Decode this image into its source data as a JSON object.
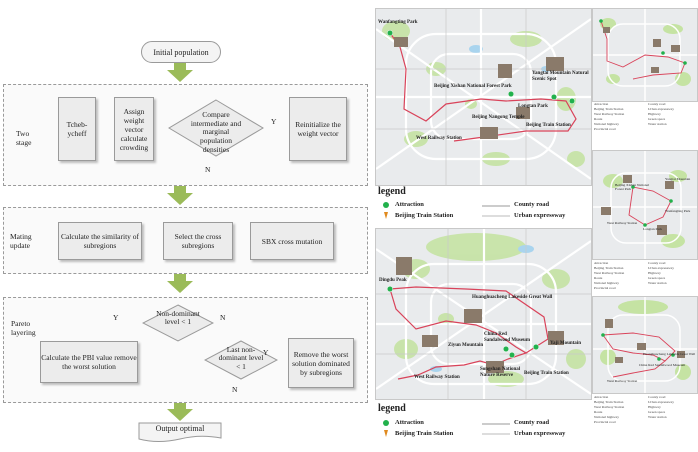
{
  "flowchart": {
    "initial": "Initial population",
    "output": "Output optimal",
    "stage1": {
      "label": "Two stage",
      "tcheb": "Tcheb-ycheff",
      "assign": "Assign weight vector calculate crowding",
      "compare": "Compare intermediate and marginal population densities",
      "reinit": "Reinitialize the weight vector",
      "yes": "Y",
      "no": "N"
    },
    "stage2": {
      "label": "Mating update",
      "similarity": "Calculate the similarity of subregions",
      "select": "Select the cross subregions",
      "sbx": "SBX cross mutation"
    },
    "stage3": {
      "label": "Pareto layering",
      "nondom": "Non-dominant level < 1",
      "pbi": "Calculate the PBI value remove the worst solution",
      "lastnondom": "Last non-dominant level < 1",
      "remove": "Remove the worst solution dominated by subregions",
      "yes1": "Y",
      "no1": "N",
      "yes2": "Y",
      "no2": "N"
    }
  },
  "map_top": {
    "labels": {
      "wanfangting": "Wanfangting Park",
      "xishan": "Beijing Xishan National Forest Park",
      "yangtai": "Yangtai Mountain Natural Scenic Spot",
      "longtan": "Longtan Park",
      "nangong": "Beijing Nangong Temple",
      "train": "Beijing Train Station",
      "westrail": "West Railway Station"
    }
  },
  "map_bottom": {
    "labels": {
      "dingdu": "Dingdu Peak",
      "huanghua": "Huanghuacheng Lakeside Great Wall",
      "china_red": "China Red Sandalwood Museum",
      "ziyun": "Ziyun Mountain",
      "yaji": "Yaji Mountain",
      "songshan": "Songshan National Nature Reserve",
      "train": "Beijing Train Station",
      "westrail": "West Railway Station"
    }
  },
  "legend": {
    "title": "legend",
    "attraction": "Attraction",
    "train_station": "Beijing Train Station",
    "county_road": "County road",
    "urban_expressway": "Urban expressway"
  },
  "mini_legend": {
    "attraction": "Attraction",
    "train": "Beijing Train Station",
    "westrail": "West Railway Station",
    "route": "Route",
    "national": "National highway",
    "provincial": "Provincial road",
    "county": "County road",
    "expressway": "Urban expressway",
    "highway": "Highway",
    "green": "Green space",
    "water": "Water station"
  },
  "mini_labels": {
    "m2_a": "Beijing Xishan National Forest Park",
    "m2_b": "Yangtai Mountain",
    "m2_c": "Wanfangting Park",
    "m2_d": "Longtan Park",
    "m2_e": "West Railway Station",
    "m3_a": "Huanghuacheng Lakeside Great Wall",
    "m3_b": "China Red Sandalwood Museum",
    "m3_c": "West Railway Station"
  },
  "colors": {
    "arrow": "#9bbb59",
    "route": "#d9435a",
    "attraction": "#22b14c",
    "green_space": "#c5e3a3",
    "water": "#a9d4ee"
  }
}
